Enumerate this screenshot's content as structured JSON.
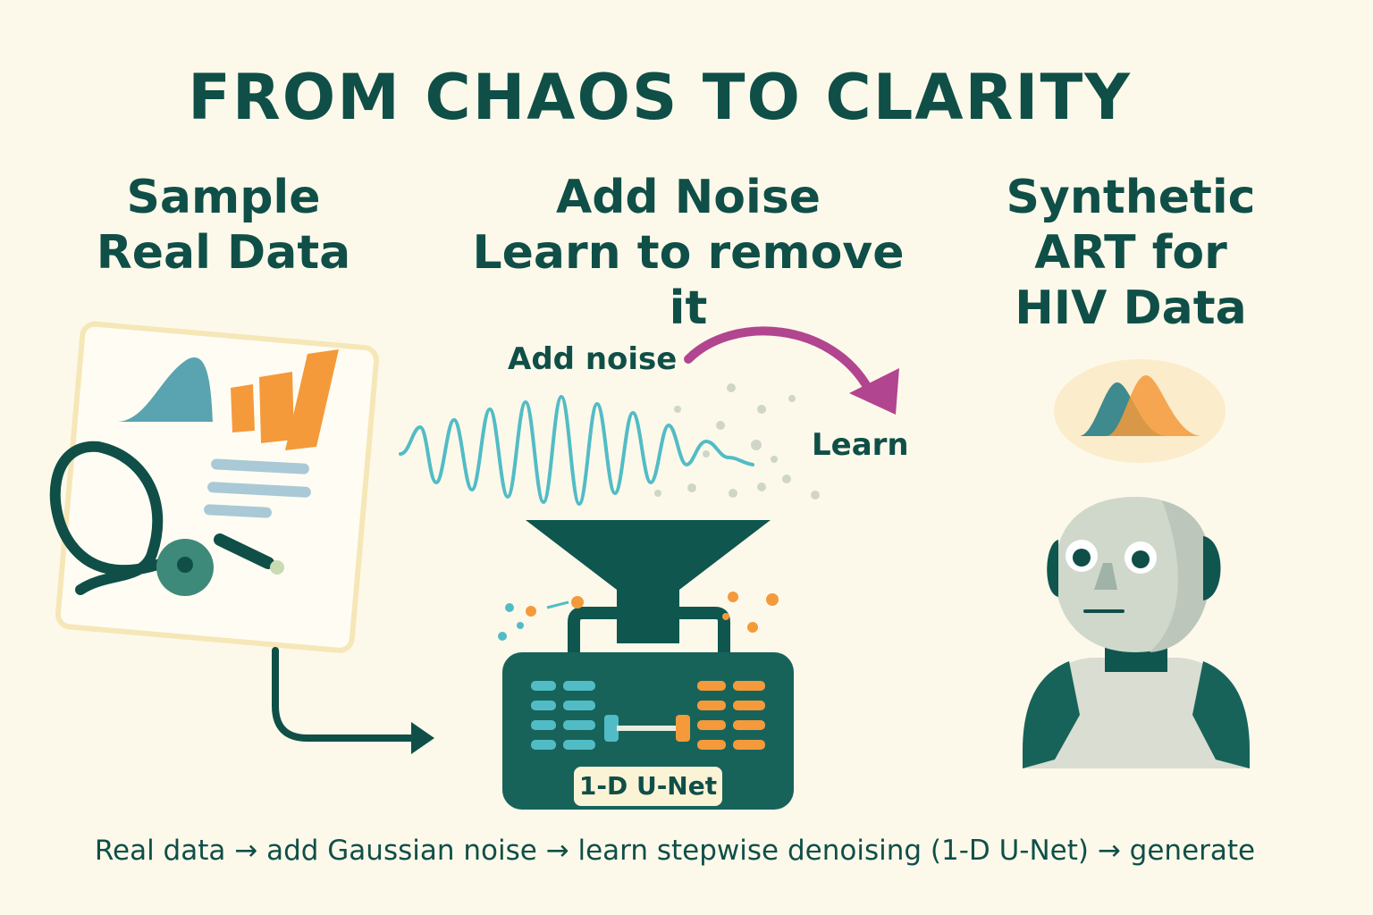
{
  "title": "FROM CHAOS TO CLARITY",
  "columns": [
    {
      "heading_lines": [
        "Sample",
        "Real Data"
      ]
    },
    {
      "heading_lines": [
        "Add Noise",
        "Learn to remove it"
      ]
    },
    {
      "heading_lines": [
        "Synthetic",
        "ART for",
        "HIV Data"
      ]
    }
  ],
  "labels": {
    "add_noise": "Add noise",
    "learn": "Learn",
    "model": "1-D U-Net"
  },
  "caption": "Real data → add Gaussian noise → learn stepwise denoising (1-D U-Net) → generate",
  "icons": [
    "document-chart-icon",
    "stethoscope-icon",
    "noise-wave-icon",
    "curved-arrow-icon",
    "funnel-icon",
    "unet-device-icon",
    "distribution-icon",
    "robot-icon",
    "flow-arrow-icon"
  ],
  "colors": {
    "background": "#fdf9ea",
    "primary": "#0f4f48",
    "teal": "#4fb9c3",
    "orange": "#f49a3b",
    "magenta": "#b2458f"
  }
}
